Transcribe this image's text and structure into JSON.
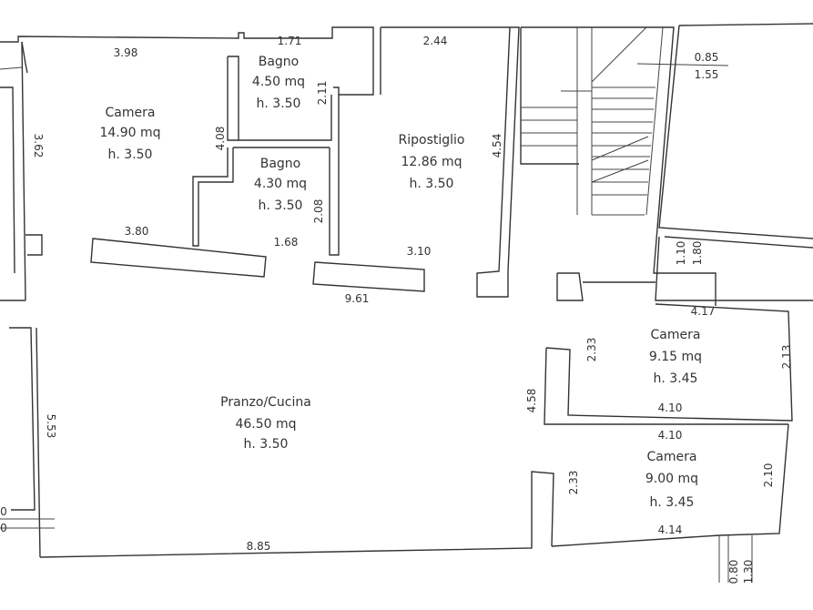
{
  "rooms": {
    "camera_nw": {
      "name": "Camera",
      "area": "14.90 mq",
      "height": "h. 3.50"
    },
    "bagno_top": {
      "name": "Bagno",
      "area": "4.50 mq",
      "height": "h. 3.50"
    },
    "bagno_mid": {
      "name": "Bagno",
      "area": "4.30 mq",
      "height": "h. 3.50"
    },
    "ripostiglio": {
      "name": "Ripostiglio",
      "area": "12.86 mq",
      "height": "h. 3.50"
    },
    "pranzo_cucina": {
      "name": "Pranzo/Cucina",
      "area": "46.50 mq",
      "height": "h. 3.50"
    },
    "camera_e1": {
      "name": "Camera",
      "area": "9.15 mq",
      "height": "h. 3.45"
    },
    "camera_e2": {
      "name": "Camera",
      "area": "9.00 mq",
      "height": "h. 3.45"
    }
  },
  "dimensions": {
    "d398": "3.98",
    "d171": "1.71",
    "d244": "2.44",
    "d085": "0.85",
    "d155": "1.55",
    "d362": "3.62",
    "d408": "4.08",
    "d211": "2.11",
    "d454": "4.54",
    "d208": "2.08",
    "d380": "3.80",
    "d168": "1.68",
    "d310": "3.10",
    "d961": "9.61",
    "d110": "1.10",
    "d180": "1.80",
    "d417": "4.17",
    "d233a": "2.33",
    "d213": "2.13",
    "d458": "4.58",
    "d410a": "4.10",
    "d410b": "4.10",
    "d553": "5.53",
    "d233b": "2.33",
    "d210": "2.10",
    "d414": "4.14",
    "d885": "8.85",
    "d080": "0.80",
    "d130": "1.30",
    "d0a": "0",
    "d0b": "0"
  }
}
